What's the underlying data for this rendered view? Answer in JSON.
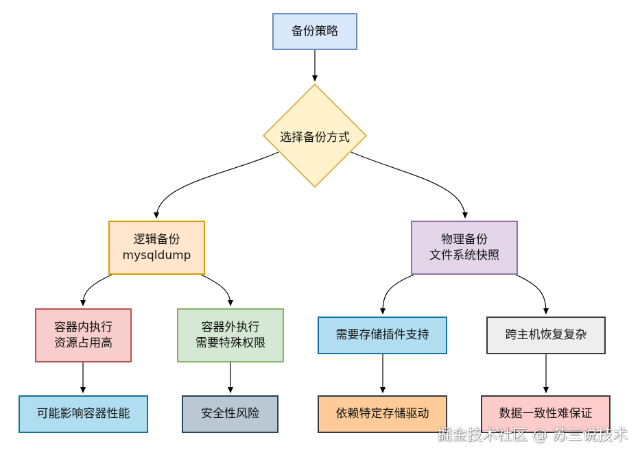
{
  "nodes": {
    "root": "备份策略",
    "decision": "选择备份方式",
    "logical": {
      "line1": "逻辑备份",
      "line2": "mysqldump"
    },
    "physical": {
      "line1": "物理备份",
      "line2": "文件系统快照"
    },
    "in_container": {
      "line1": "容器内执行",
      "line2": "资源占用高"
    },
    "out_container": {
      "line1": "容器外执行",
      "line2": "需要特殊权限"
    },
    "storage_plugin": "需要存储插件支持",
    "cross_host": "跨主机恢复复杂",
    "impact_perf": "可能影响容器性能",
    "security_risk": "安全性风险",
    "storage_driver": "依赖特定存储驱动",
    "consistency": "数据一致性难保证"
  },
  "watermark": "掘金技术社区 @ 苏三说技术"
}
